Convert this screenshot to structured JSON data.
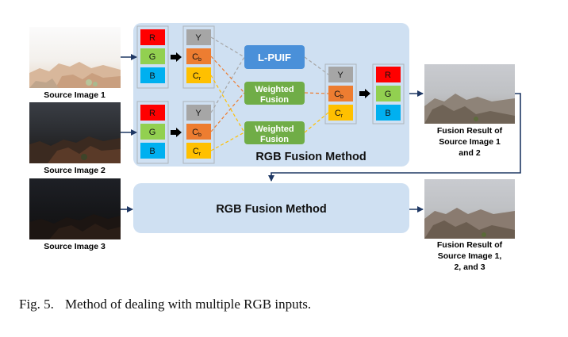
{
  "sources": {
    "image1": "Source Image 1",
    "image2": "Source Image 2",
    "image3": "Source Image 3"
  },
  "channels": {
    "r": "R",
    "g": "G",
    "b": "B",
    "y": "Y",
    "c": "C",
    "sub_b": "b",
    "sub_r": "r"
  },
  "nodes": {
    "lpuif": "L-PUIF",
    "weighted_line1": "Weighted",
    "weighted_line2": "Fusion"
  },
  "panels": {
    "top_title": "RGB Fusion Method",
    "bottom_title": "RGB Fusion Method"
  },
  "results": {
    "first_line1": "Fusion Result of",
    "first_line2": "Source Image 1",
    "first_line3": "and 2",
    "second_line1": "Fusion Result of",
    "second_line2": "Source Image 1,",
    "second_line3": "2, and 3"
  },
  "caption": {
    "label": "Fig. 5.",
    "text": "Method of dealing with multiple RGB inputs."
  },
  "colors": {
    "panel_bg": "#cfe0f2",
    "red": "#ff0000",
    "green": "#92d050",
    "blue": "#00b0f0",
    "gray": "#a6a6a6",
    "orange": "#ed7d31",
    "yellow": "#ffc000",
    "lpuif_blue": "#4a90d9",
    "weighted_green": "#70ad47",
    "arrow_navy": "#1f3864"
  }
}
